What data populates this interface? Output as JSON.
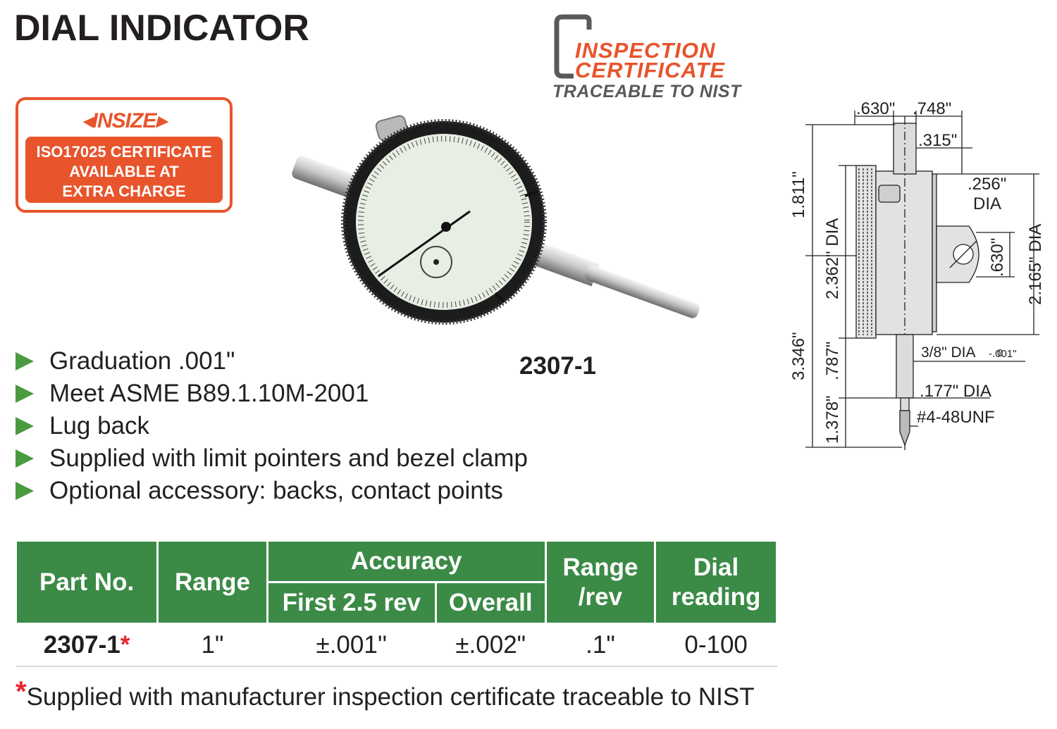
{
  "title": "DIAL INDICATOR",
  "certificate": {
    "line1": "INSPECTION",
    "line2": "CERTIFICATE",
    "line3": "TRACEABLE TO NIST"
  },
  "badge": {
    "brand": "INSIZE",
    "lines": [
      "ISO17025 CERTIFICATE",
      "AVAILABLE AT",
      "EXTRA CHARGE"
    ]
  },
  "product": {
    "model": "2307-1",
    "features": [
      "Graduation .001\"",
      "Meet ASME B89.1.10M-2001",
      "Lug back",
      "Supplied with limit pointers and bezel clamp",
      "Optional accessory: backs, contact points"
    ]
  },
  "dimensions": {
    "d630_top": ".630\"",
    "d748": ".748\"",
    "d315": ".315\"",
    "d256": ".256\"",
    "dia_word": "DIA",
    "d1811": "1.811\"",
    "d2362": "2.362\" DIA",
    "d630_side": ".630\"",
    "d2165": "2.165\" DIA",
    "d3346": "3.346\"",
    "d787": ".787\"",
    "d1378": "1.378\"",
    "d38": "3/8\" DIA",
    "tol_upper": "0",
    "tol_lower": "-.001\"",
    "d177": ".177\" DIA",
    "thread": "#4-48UNF"
  },
  "table": {
    "headers": {
      "part_no": "Part No.",
      "range": "Range",
      "accuracy": "Accuracy",
      "first": "First 2.5 rev",
      "overall": "Overall",
      "range_rev_1": "Range",
      "range_rev_2": "/rev",
      "dial_1": "Dial",
      "dial_2": "reading"
    },
    "row": {
      "part_no": "2307-1",
      "star": "*",
      "range": "1\"",
      "first": "±.001''",
      "overall": "±.002\"",
      "range_rev": ".1\"",
      "dial": "0-100"
    }
  },
  "footnote": {
    "star": "*",
    "text": "Supplied with manufacturer inspection certificate traceable to NIST"
  },
  "colors": {
    "green": "#3b8a46",
    "orange": "#e8542c",
    "red_star": "#e8242c"
  }
}
